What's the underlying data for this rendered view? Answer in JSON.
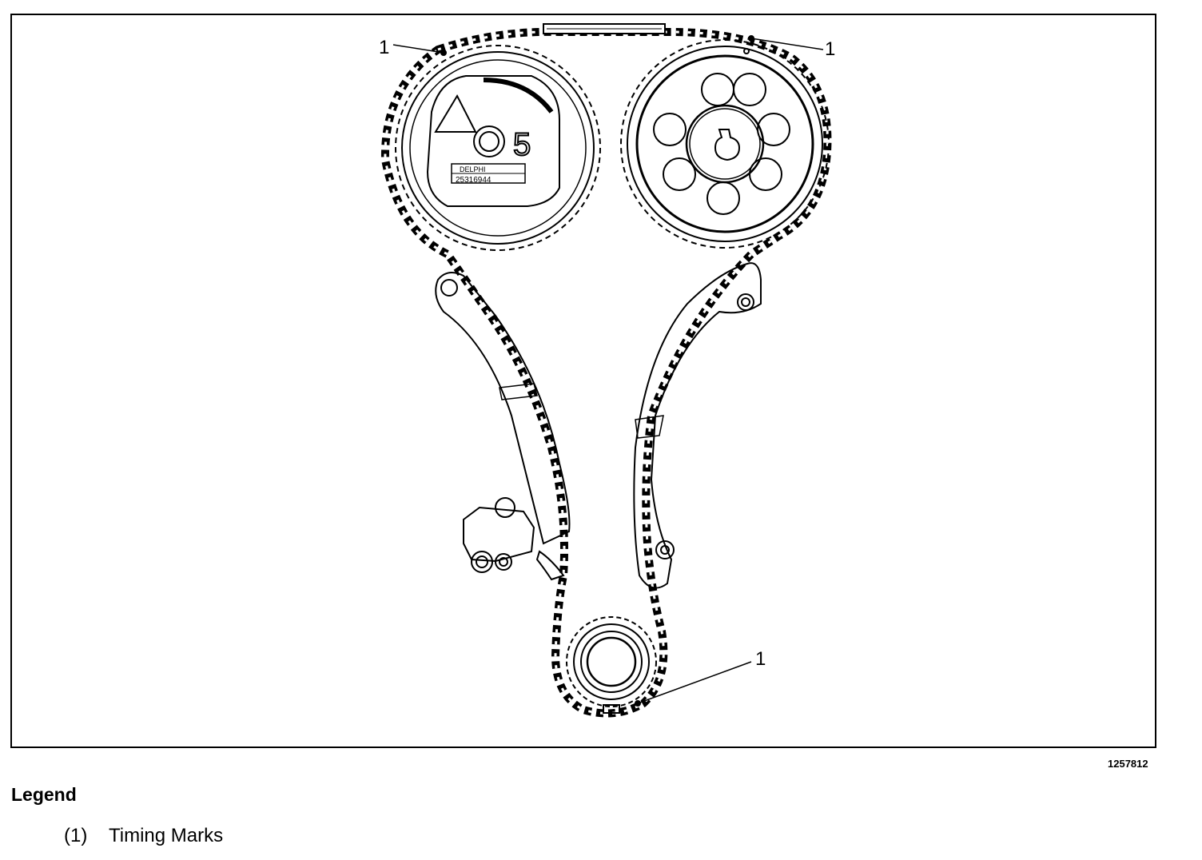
{
  "callouts": [
    "1",
    "1",
    "1"
  ],
  "figure_id": "1257812",
  "left_sprocket": {
    "brand": "DELPHI",
    "part_number": "25316944",
    "digit": "5"
  },
  "legend": {
    "heading": "Legend",
    "items": [
      {
        "key": "(1)",
        "label": "Timing Marks"
      }
    ]
  }
}
